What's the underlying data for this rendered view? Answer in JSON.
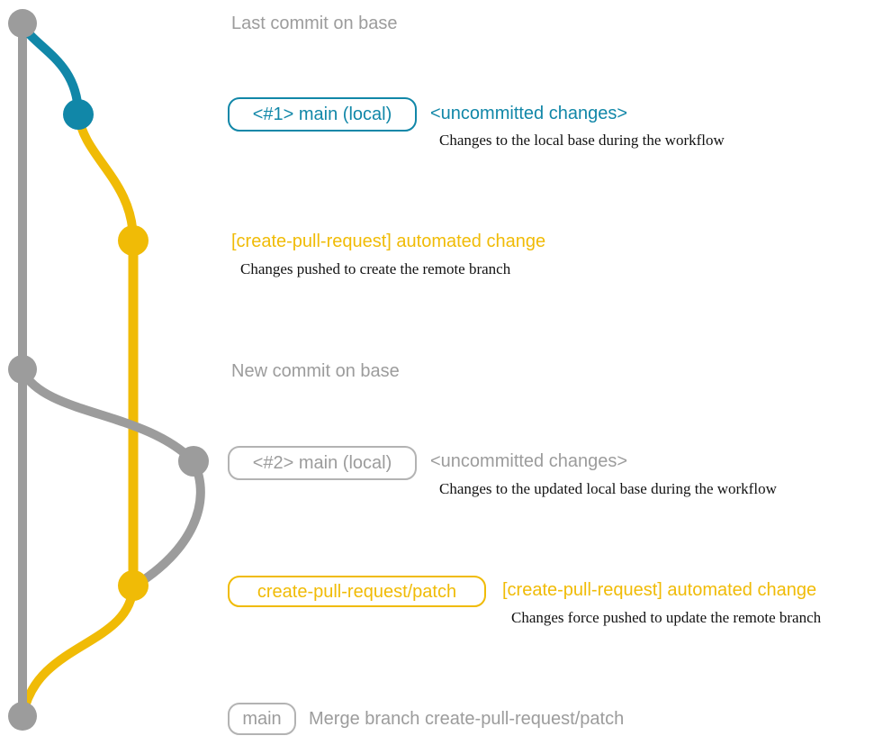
{
  "colors": {
    "base_branch_gray": "#9c9c9c",
    "tag_border_gray": "#b3b3b3",
    "local_branch_blue": "#1187a8",
    "patch_branch_yellow": "#f0bb06",
    "annotation_black": "#121212",
    "background": "#ffffff"
  },
  "diagram": {
    "notes": {
      "last_commit": "Last commit on base",
      "new_commit": "New commit on base"
    },
    "commits": [
      {
        "tag": "<#1> main (local)",
        "message": "<uncommitted changes>",
        "description": "Changes to the local base during the workflow"
      },
      {
        "message": "[create-pull-request] automated change",
        "description": "Changes pushed to create the remote branch"
      },
      {
        "tag": "<#2> main (local)",
        "message": "<uncommitted changes>",
        "description": "Changes to the updated local base during the workflow"
      },
      {
        "tag": "create-pull-request/patch",
        "message": "[create-pull-request] automated change",
        "description": "Changes force pushed to update the remote branch"
      },
      {
        "tag": "main",
        "message": "Merge branch create-pull-request/patch"
      }
    ]
  }
}
